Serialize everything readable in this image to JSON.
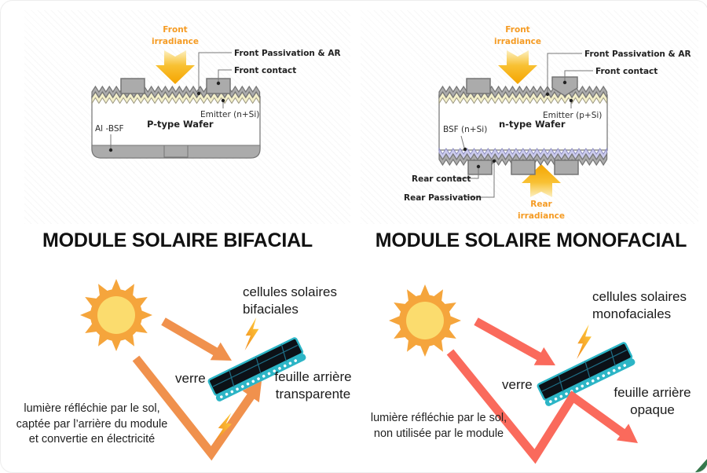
{
  "headings": {
    "bifacial": "MODULE SOLAIRE BIFACIAL",
    "monofacial": "MODULE SOLAIRE MONOFACIAL"
  },
  "cell_bifacial": {
    "front_irradiance": "Front\nirradiance",
    "front_passivation": "Front Passivation & AR",
    "front_contact": "Front contact",
    "emitter": "Emitter (n+Si)",
    "wafer": "P-type Wafer",
    "bsf": "Al -BSF"
  },
  "cell_monofacial": {
    "front_irradiance": "Front\nirradiance",
    "front_passivation": "Front Passivation & AR",
    "front_contact": "Front contact",
    "emitter": "Emitter (p+Si)",
    "wafer": "n-type Wafer",
    "bsf": "BSF (n+Si)",
    "rear_contact": "Rear contact",
    "rear_passivation": "Rear Passivation",
    "rear_irradiance": "Rear\nirradiance"
  },
  "module_bifacial": {
    "cells_label": "cellules solaires\nbifaciales",
    "glass_label": "verre",
    "backsheet_label": "feuille arrière\ntransparente",
    "ground_light_caption": "lumière réfléchie par le sol,\ncaptée par l’arrière du module\net convertie en électricité"
  },
  "module_monofacial": {
    "cells_label": "cellules solaires\nmonofaciales",
    "glass_label": "verre",
    "backsheet_label": "feuille arrière\nopaque",
    "ground_light_caption": "lumière réfléchie par le sol,\nnon utilisée par le module"
  },
  "colors": {
    "sun_orange": "#F5A53C",
    "sun_core": "#FBDC6E",
    "bifacial_arrow_orange": "#F0914D",
    "monofacial_arrow_red": "#FA6A5C",
    "irradiance_label_orange": "#F59B23",
    "irradiance_arrow_orange": "#F5A400",
    "panel_teal": "#2CB5C6",
    "panel_black": "#0C1117",
    "cell_gray": "#ABABAB",
    "emitter_cream": "#F4F0CA",
    "bsf_lavender": "#CBCBED",
    "corner_green": "#35784B",
    "lightning_orange": "#F18A1F",
    "lightning_yellow": "#FFD03C"
  }
}
